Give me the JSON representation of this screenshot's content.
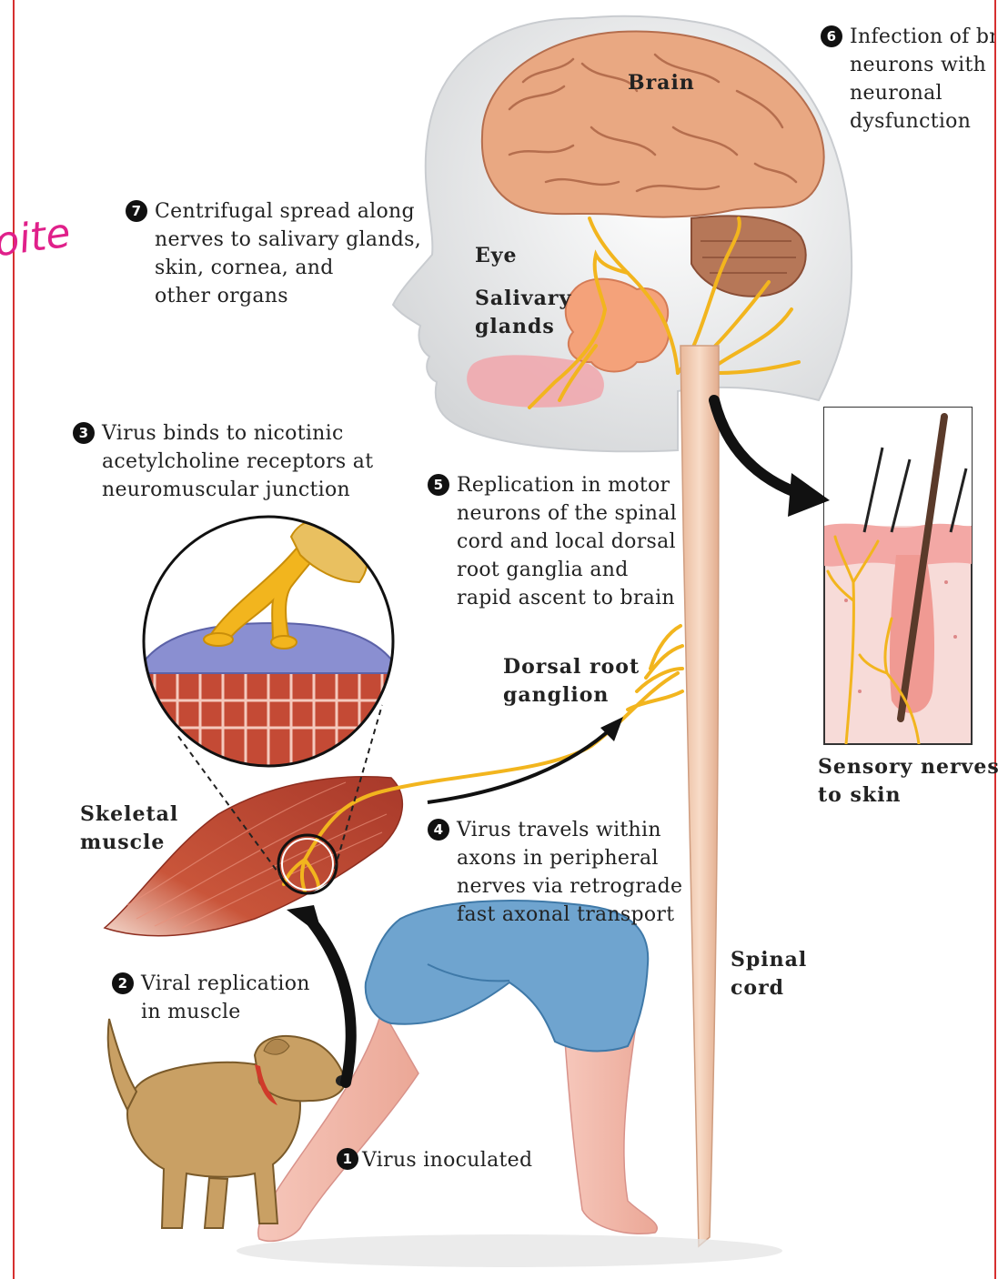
{
  "labels": {
    "brain": "Brain",
    "eye": "Eye",
    "salivary": "Salivary\nglands",
    "skeletal": "Skeletal\nmuscle",
    "dorsal": "Dorsal root\nganglion",
    "spinal": "Spinal\ncord",
    "sensory": "Sensory nerves\nto skin"
  },
  "steps": [
    {
      "num": "1",
      "text": "Virus inoculated"
    },
    {
      "num": "2",
      "text": "Viral replication\nin muscle"
    },
    {
      "num": "3",
      "text": "Virus binds to nicotinic\nacetylcholine receptors at\nneuromuscular junction"
    },
    {
      "num": "4",
      "text": "Virus travels within\naxons in peripheral\nnerves via retrograde\nfast axonal transport"
    },
    {
      "num": "5",
      "text": "Replication in motor\nneurons of the spinal\ncord and local dorsal\nroot ganglia and\nrapid ascent to brain"
    },
    {
      "num": "6",
      "text": "Infection of bra\nneurons with\nneuronal\ndysfunction"
    },
    {
      "num": "7",
      "text": "Centrifugal spread along\nnerves to salivary glands,\nskin, cornea, and\nother organs"
    }
  ],
  "annotation": "oite",
  "colors": {
    "nerve": "#f2b51e",
    "brain": "#e9a882",
    "skin": "#f3d0c0",
    "muscle": "#c9553a",
    "shorts": "#6fa4cf",
    "dog": "#c9a064",
    "margin": "#d63030",
    "handwriting": "#e0208a"
  }
}
